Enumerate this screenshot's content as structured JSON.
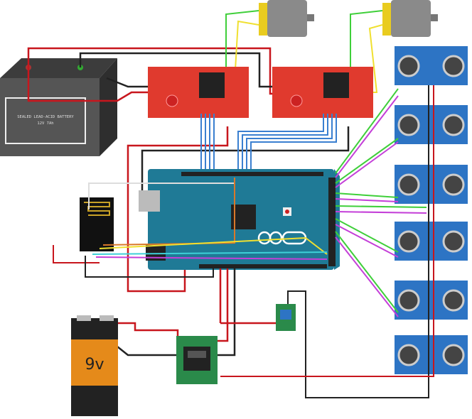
{
  "battery": {
    "line1": "SEALED LEAD-ACID BATTERY",
    "line2": "12V 7Ah",
    "plus": "+",
    "minus": "-"
  },
  "battery9v": {
    "label": "9v"
  },
  "colors": {
    "wire_red": "#c8161d",
    "wire_black": "#222222",
    "wire_blue": "#3a7fd0",
    "wire_green": "#3fcf3a",
    "wire_magenta": "#c43fd8",
    "wire_yellow": "#f0e030",
    "wire_cyan": "#3ed0d8",
    "wire_orange": "#d9782a",
    "arduino": "#1f7a96",
    "driver": "#e03a2e",
    "sensor": "#2d74c4"
  }
}
